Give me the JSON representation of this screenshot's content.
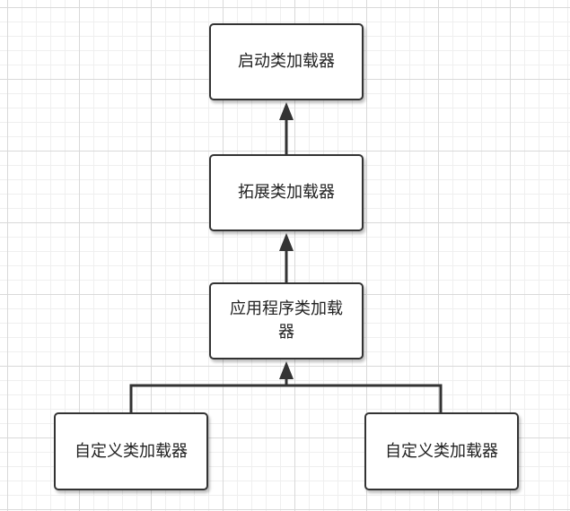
{
  "nodes": {
    "bootstrap": "启动类加载器",
    "extension": "拓展类加载器",
    "application": "应用程序类加载器",
    "custom_left": "自定义类加载器",
    "custom_right": "自定义类加载器"
  },
  "colors": {
    "stroke": "#333333",
    "text": "#222222",
    "grid": "#d9d9d9",
    "background": "#ffffff"
  }
}
